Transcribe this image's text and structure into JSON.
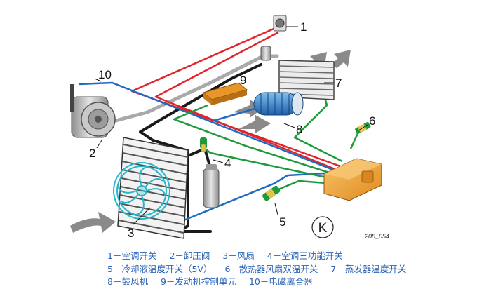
{
  "diagram": {
    "callouts": [
      "1",
      "2",
      "3",
      "4",
      "5",
      "6",
      "7",
      "8",
      "9",
      "10"
    ],
    "compressor_symbol": "K",
    "figure_code": "208_054",
    "colors": {
      "line_red": "#e0262b",
      "line_blue": "#1f6bc2",
      "line_green": "#1e9a3a",
      "line_black": "#1a1a1a",
      "line_gray": "#a9a9a9",
      "module_orange": "#f2a33a",
      "fan_cyan": "#27b6c8",
      "arrow_gray": "#808080",
      "legend_text": "#2a63b8"
    }
  },
  "legend": {
    "rows": [
      [
        "1－空调开关",
        "2－卸压阀",
        "3－风扇",
        "4－空调三功能开关"
      ],
      [
        "5－冷却液温度开关（5V）",
        "6－散热器风扇双温开关",
        "7－蒸发器温度开关"
      ],
      [
        "8－鼓风机",
        "9－发动机控制单元",
        "10－电磁离合器"
      ]
    ]
  }
}
